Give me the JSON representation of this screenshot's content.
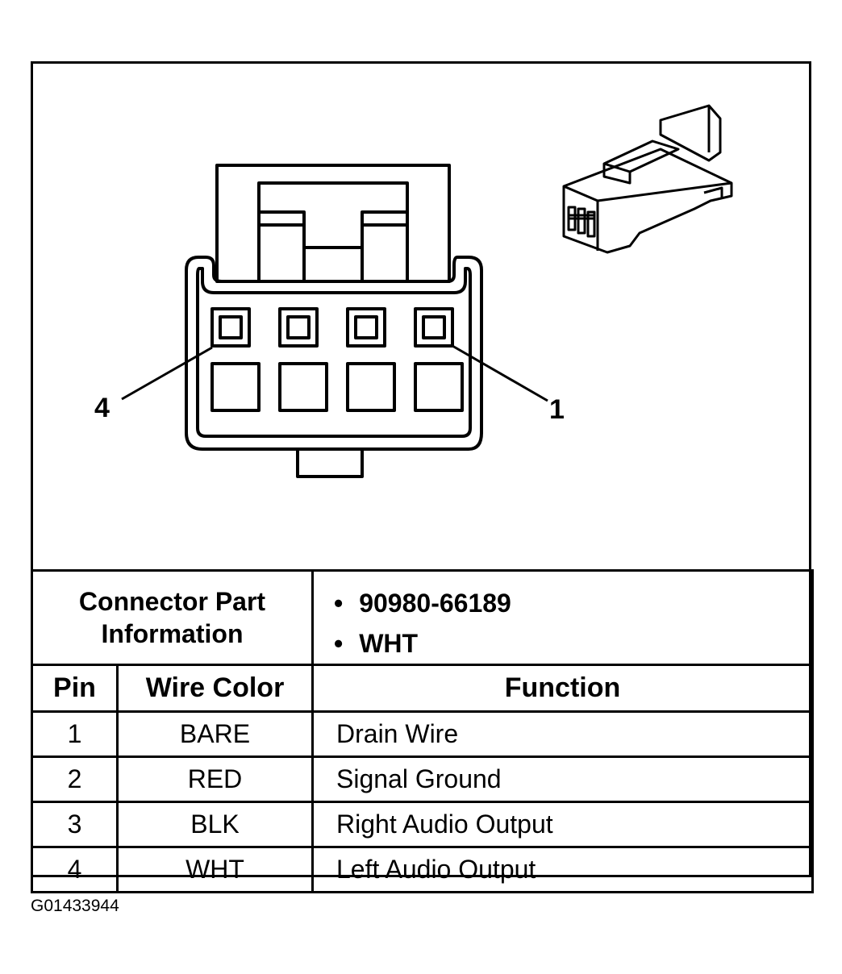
{
  "diagram": {
    "pin_label_left": "4",
    "pin_label_right": "1"
  },
  "connector_info": {
    "label": "Connector Part Information",
    "values": [
      "90980-66189",
      "WHT"
    ]
  },
  "table": {
    "headers": {
      "pin": "Pin",
      "wire_color": "Wire Color",
      "function": "Function"
    },
    "rows": [
      {
        "pin": "1",
        "wire_color": "BARE",
        "function": "Drain Wire"
      },
      {
        "pin": "2",
        "wire_color": "RED",
        "function": "Signal Ground"
      },
      {
        "pin": "3",
        "wire_color": "BLK",
        "function": "Right Audio Output"
      },
      {
        "pin": "4",
        "wire_color": "WHT",
        "function": "Left Audio Output"
      }
    ]
  },
  "footer": {
    "diagram_id": "G01433944"
  }
}
